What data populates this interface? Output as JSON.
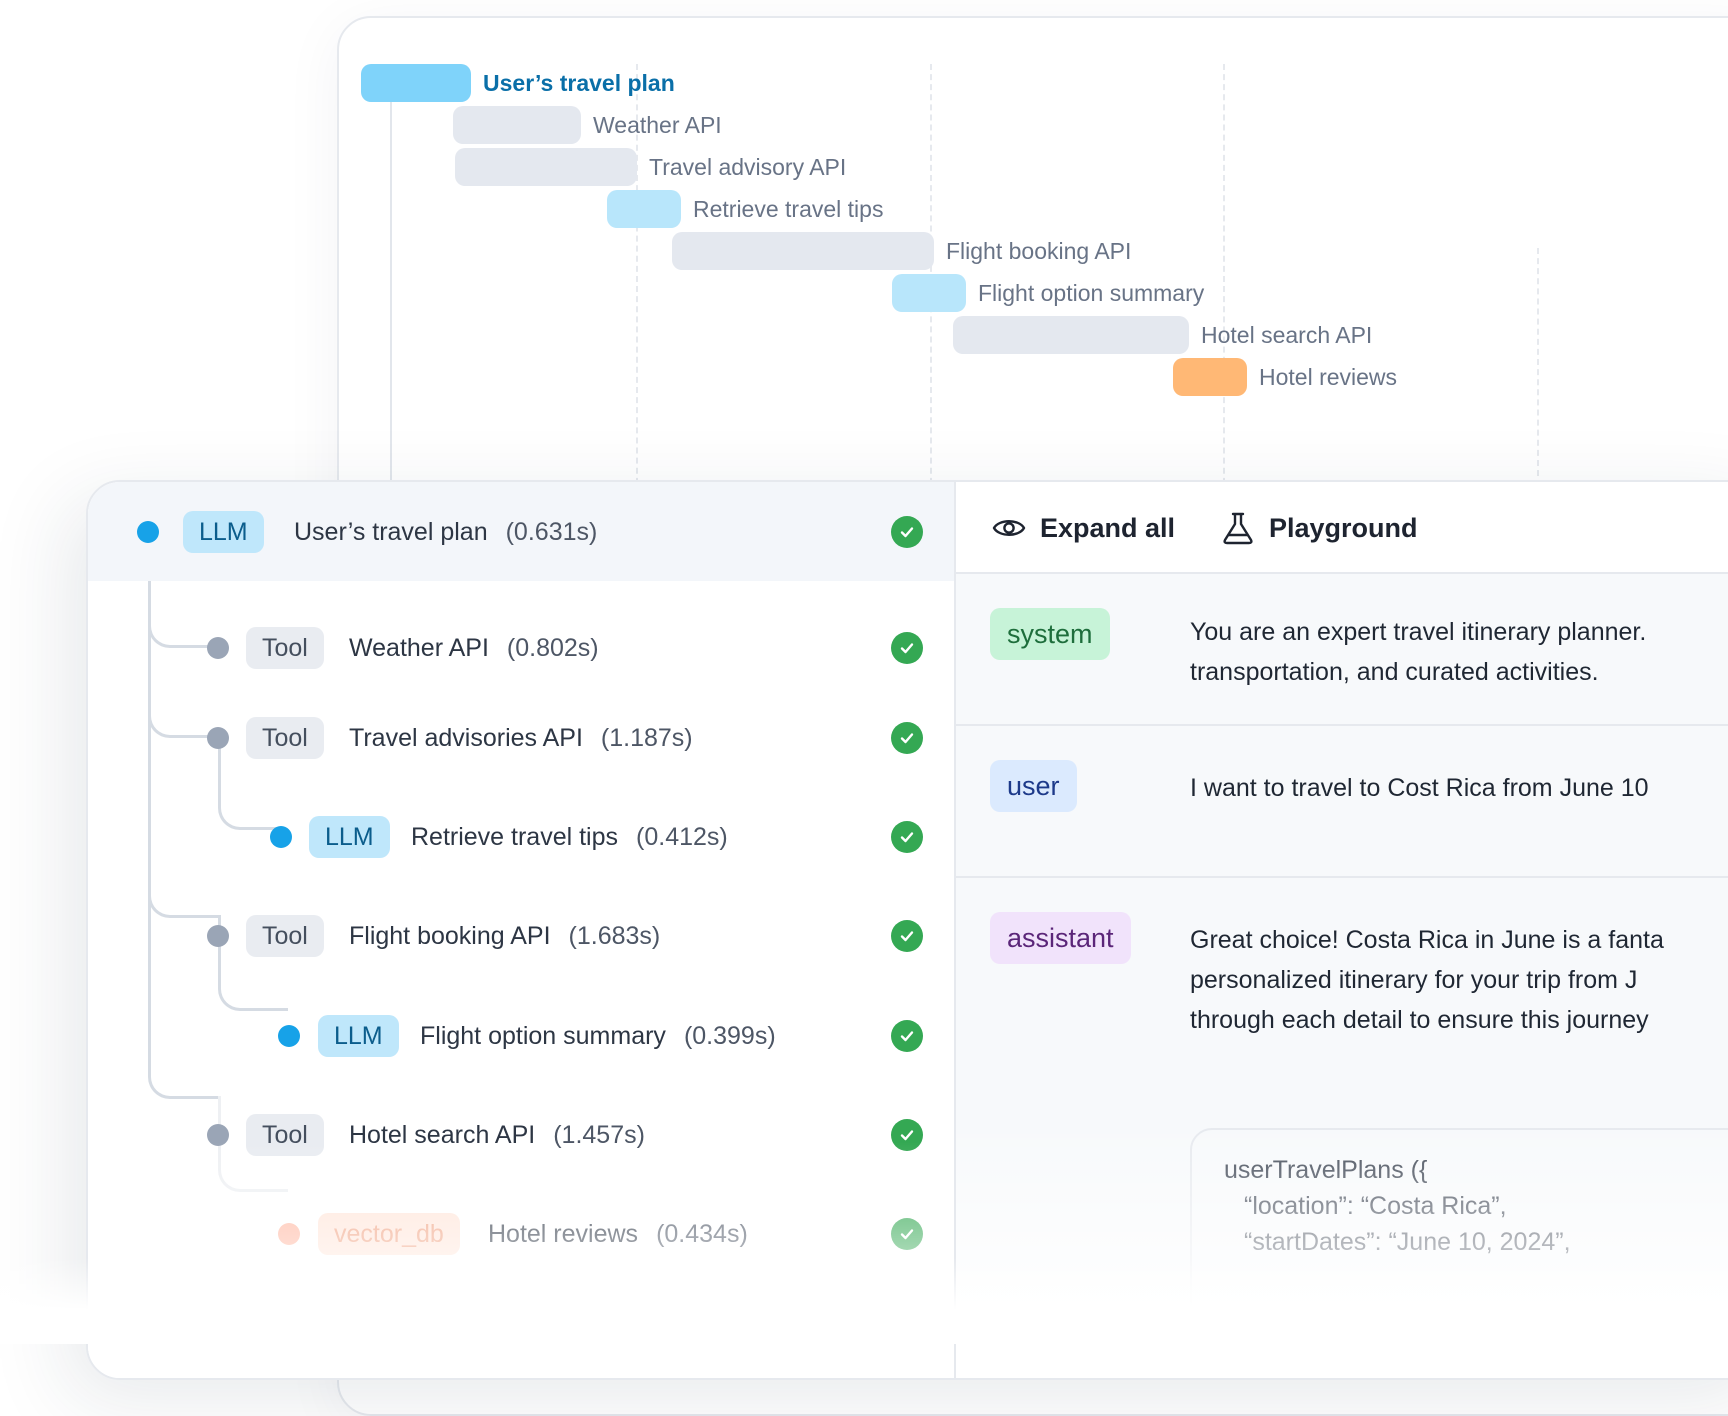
{
  "timeline": {
    "rows": [
      {
        "label": "User’s travel plan",
        "bar": "blue",
        "active": true
      },
      {
        "label": "Weather API",
        "bar": "gray",
        "active": false
      },
      {
        "label": "Travel advisory API",
        "bar": "gray",
        "active": false
      },
      {
        "label": "Retrieve travel tips",
        "bar": "lightblue",
        "active": false
      },
      {
        "label": "Flight booking API",
        "bar": "gray",
        "active": false
      },
      {
        "label": "Flight option summary",
        "bar": "lightblue",
        "active": false
      },
      {
        "label": "Hotel search API",
        "bar": "gray",
        "active": false
      },
      {
        "label": "Hotel reviews",
        "bar": "orange",
        "active": false
      }
    ]
  },
  "trace": {
    "spans": [
      {
        "kind": "LLM",
        "name": "User’s travel plan",
        "duration": "(0.631s)",
        "status": "success"
      },
      {
        "kind": "Tool",
        "name": "Weather API",
        "duration": "(0.802s)",
        "status": "success"
      },
      {
        "kind": "Tool",
        "name": "Travel advisories API",
        "duration": "(1.187s)",
        "status": "success"
      },
      {
        "kind": "LLM",
        "name": "Retrieve travel tips",
        "duration": "(0.412s)",
        "status": "success"
      },
      {
        "kind": "Tool",
        "name": "Flight booking API",
        "duration": "(1.683s)",
        "status": "success"
      },
      {
        "kind": "LLM",
        "name": "Flight option summary",
        "duration": "(0.399s)",
        "status": "success"
      },
      {
        "kind": "Tool",
        "name": "Hotel search API",
        "duration": "(1.457s)",
        "status": "success"
      },
      {
        "kind": "vector_db",
        "name": "Hotel reviews",
        "duration": "(0.434s)",
        "status": "success"
      }
    ]
  },
  "toolbar": {
    "expand_all_label": "Expand all",
    "playground_label": "Playground"
  },
  "messages": {
    "system": {
      "role": "system",
      "lines": [
        "You are an expert travel itinerary planner.",
        "transportation, and curated activities."
      ]
    },
    "user": {
      "role": "user",
      "lines": [
        "I want to travel to Cost Rica from June 10"
      ]
    },
    "assistant": {
      "role": "assistant",
      "lines": [
        "Great choice! Costa Rica in June is a fanta",
        "personalized itinerary for your trip from J",
        "through each detail to ensure this journey"
      ],
      "code": [
        "userTravelPlans ({",
        "“location”: “Costa Rica”,",
        "“startDates”: “June 10, 2024”,"
      ]
    }
  },
  "colors": {
    "llm_dot": "#17a2e8",
    "tool_dot": "#9aa5b6",
    "success": "#34a853",
    "bar_blue": "#7fd3fa",
    "bar_orange": "#ffb875"
  }
}
